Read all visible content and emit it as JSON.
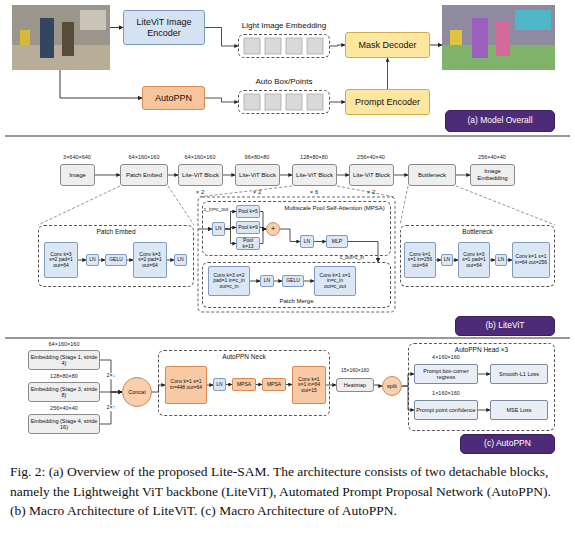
{
  "diagram": {
    "caption": "Fig. 2: (a) Overview of the proposed Lite-SAM. The architecture consists of two detachable blocks, namely the Lightweight ViT backbone (LiteViT), Automated Prompt Proposal Network (AutoPPN). (b) Macro Architecture of LiteViT. (c) Macro Architecture of AutoPPN.",
    "nodes": [
      {
        "text": [
          "LiteViT Image Encoder"
        ]
      },
      {
        "text": [
          "Light Image Embedding"
        ]
      },
      {
        "text": [
          "Mask Decoder"
        ]
      },
      {
        "text": [
          "AutoPPN"
        ]
      },
      {
        "text": [
          "Auto Box/Points"
        ]
      },
      {
        "text": [
          "Prompt Encoder"
        ]
      },
      {
        "text": [
          "(a) Model Overall"
        ]
      },
      {
        "text": [
          "Image"
        ]
      },
      {
        "text": [
          "Patch Embed"
        ]
      },
      {
        "text": [
          "Lite-ViT Block"
        ]
      },
      {
        "text": [
          "Lite-ViT Block"
        ]
      },
      {
        "text": [
          "Lite-ViT Block"
        ]
      },
      {
        "text": [
          "Lite-ViT Block"
        ]
      },
      {
        "text": [
          "Bottleneck"
        ]
      },
      {
        "text": [
          "Image Embedding"
        ]
      },
      {
        "text": [
          "Patch Embed"
        ]
      },
      {
        "text": [
          "Conv k=3 s=2 pad=1 out=64"
        ],
        "in": 15
      },
      {
        "text": [
          "LN"
        ],
        "in": 15
      },
      {
        "text": [
          "GELU"
        ],
        "in": 15
      },
      {
        "text": [
          "Conv k=3 s=2 pad=1 out=64"
        ],
        "in": 15
      },
      {
        "text": [
          "LN"
        ],
        "in": 15
      },
      {
        "text": [
          "Multiscale Pool Self-Attention (MPSA)"
        ]
      },
      {
        "text": [
          "LN"
        ],
        "in": 21
      },
      {
        "text": [
          "Pool k=5"
        ],
        "in": 21
      },
      {
        "text": [
          "Pool k=9"
        ],
        "in": 21
      },
      {
        "text": [
          "Pool k=13"
        ],
        "in": 21
      },
      {
        "text": [
          "+"
        ],
        "in": 21
      },
      {
        "text": [
          "LN"
        ],
        "in": 21
      },
      {
        "text": [
          "MLP"
        ],
        "in": 21
      },
      {
        "text": [
          "Patch Merge"
        ]
      },
      {
        "text": [
          "Conv k=3 s=2 pad=1 in=c_in out=c_in"
        ],
        "in": 29
      },
      {
        "text": [
          "LN"
        ],
        "in": 29
      },
      {
        "text": [
          "GELU"
        ],
        "in": 29
      },
      {
        "text": [
          "Conv k=1 s=1 in=c_in out=c_out"
        ],
        "in": 29
      },
      {
        "text": [
          "Bottleneck"
        ]
      },
      {
        "text": [
          "Conv k=1 s=1 in=256 out=64"
        ],
        "in": 34
      },
      {
        "text": [
          "LN"
        ],
        "in": 34
      },
      {
        "text": [
          "Conv k=3 s=1 pad=1 out=64"
        ],
        "in": 34
      },
      {
        "text": [
          "LN"
        ],
        "in": 34
      },
      {
        "text": [
          "Conv k=1 s=1 in=64 out=256"
        ],
        "in": 34
      },
      {
        "text": [
          "(b) LiteViT"
        ]
      },
      {
        "text": [
          "Embedding (Stage 1, stride 4)"
        ]
      },
      {
        "text": [
          "Embedding (Stage 3, stride 8)"
        ]
      },
      {
        "text": [
          "Embedding (Stage 4, stride 16)"
        ]
      },
      {
        "text": [
          "Concat"
        ]
      },
      {
        "text": [
          "AutoPPN Neck"
        ]
      },
      {
        "text": [
          "Conv k=1 s=1 in=448 out=64"
        ],
        "in": 45
      },
      {
        "text": [
          "LN"
        ],
        "in": 45
      },
      {
        "text": [
          "MPSA"
        ],
        "in": 45
      },
      {
        "text": [
          "MPSA"
        ],
        "in": 45
      },
      {
        "text": [
          "Conv k=1 s=1 in=64 out=15"
        ],
        "in": 45
      },
      {
        "text": [
          "Heatmap"
        ]
      },
      {
        "text": [
          "split"
        ]
      },
      {
        "text": [
          "AutoPPN Head ×3"
        ]
      },
      {
        "text": [
          "Prompt box-corner regress"
        ],
        "in": 53
      },
      {
        "text": [
          "Smooth-L1 Loss"
        ],
        "in": 53
      },
      {
        "text": [
          "Prompt point confidence"
        ],
        "in": 53
      },
      {
        "text": [
          "MSE Loss"
        ],
        "in": 53
      },
      {
        "text": [
          "(c) AutoPPN"
        ]
      }
    ],
    "edges": [
      {
        "from": 0,
        "to": 1,
        "arrow": "to"
      },
      {
        "from": 1,
        "to": 2,
        "arrow": "to"
      },
      {
        "from": 3,
        "to": 4,
        "arrow": "to"
      },
      {
        "from": 4,
        "to": 5,
        "arrow": "to"
      },
      {
        "from": 5,
        "to": 2,
        "arrow": "to"
      },
      {
        "from": 7,
        "to": 8,
        "arrow": "to"
      },
      {
        "from": 8,
        "to": 9,
        "arrow": "to"
      },
      {
        "from": 9,
        "to": 10,
        "arrow": "to"
      },
      {
        "from": 10,
        "to": 11,
        "arrow": "to"
      },
      {
        "from": 11,
        "to": 12,
        "arrow": "to"
      },
      {
        "from": 12,
        "to": 13,
        "arrow": "to"
      },
      {
        "from": 13,
        "to": 14,
        "arrow": "to"
      },
      {
        "from": 16,
        "to": 17,
        "arrow": "to"
      },
      {
        "from": 17,
        "to": 18,
        "arrow": "to"
      },
      {
        "from": 18,
        "to": 19,
        "arrow": "to"
      },
      {
        "from": 19,
        "to": 20,
        "arrow": "to"
      },
      {
        "from": 22,
        "to": 23,
        "arrow": "to"
      },
      {
        "from": 22,
        "to": 24,
        "arrow": "to"
      },
      {
        "from": 22,
        "to": 25,
        "arrow": "to"
      },
      {
        "from": 23,
        "to": 26,
        "arrow": "to"
      },
      {
        "from": 24,
        "to": 26,
        "arrow": "to"
      },
      {
        "from": 25,
        "to": 26,
        "arrow": "to"
      },
      {
        "from": 26,
        "to": 27,
        "arrow": "to"
      },
      {
        "from": 27,
        "to": 28,
        "arrow": "to"
      },
      {
        "from": 30,
        "to": 31,
        "arrow": "to"
      },
      {
        "from": 31,
        "to": 32,
        "arrow": "to"
      },
      {
        "from": 32,
        "to": 33,
        "arrow": "to"
      },
      {
        "from": 35,
        "to": 36,
        "arrow": "to"
      },
      {
        "from": 36,
        "to": 37,
        "arrow": "to"
      },
      {
        "from": 37,
        "to": 38,
        "arrow": "to"
      },
      {
        "from": 38,
        "to": 39,
        "arrow": "to"
      },
      {
        "from": 41,
        "to": 44,
        "label": "2×↓",
        "arrow": "to"
      },
      {
        "from": 42,
        "to": 44,
        "arrow": "to"
      },
      {
        "from": 43,
        "to": 44,
        "label": "2×↑",
        "arrow": "to"
      },
      {
        "from": 44,
        "to": 46,
        "arrow": "to"
      },
      {
        "from": 46,
        "to": 47,
        "arrow": "to"
      },
      {
        "from": 47,
        "to": 48,
        "arrow": "to"
      },
      {
        "from": 48,
        "to": 49,
        "arrow": "to"
      },
      {
        "from": 49,
        "to": 50,
        "arrow": "to"
      },
      {
        "from": 50,
        "to": 51,
        "arrow": "to"
      },
      {
        "from": 51,
        "to": 52,
        "arrow": "to"
      },
      {
        "from": 52,
        "to": 54,
        "arrow": "to"
      },
      {
        "from": 52,
        "to": 56,
        "arrow": "to"
      },
      {
        "from": 54,
        "to": 55,
        "arrow": "to"
      },
      {
        "from": 56,
        "to": 57,
        "arrow": "to"
      }
    ],
    "labels": [
      "3×640×640",
      "64×160×160",
      "64×160×160",
      "× 2",
      "96×80×80",
      "× 2",
      "128×80×80",
      "× 6",
      "256×40×40",
      "× 2",
      "256×40×40",
      "c_in=c_out",
      "c_out≠c_in",
      "64×160×160",
      "128×80×80",
      "256×40×40",
      "15×160×160",
      "4×160×160",
      "1×160×160"
    ]
  }
}
